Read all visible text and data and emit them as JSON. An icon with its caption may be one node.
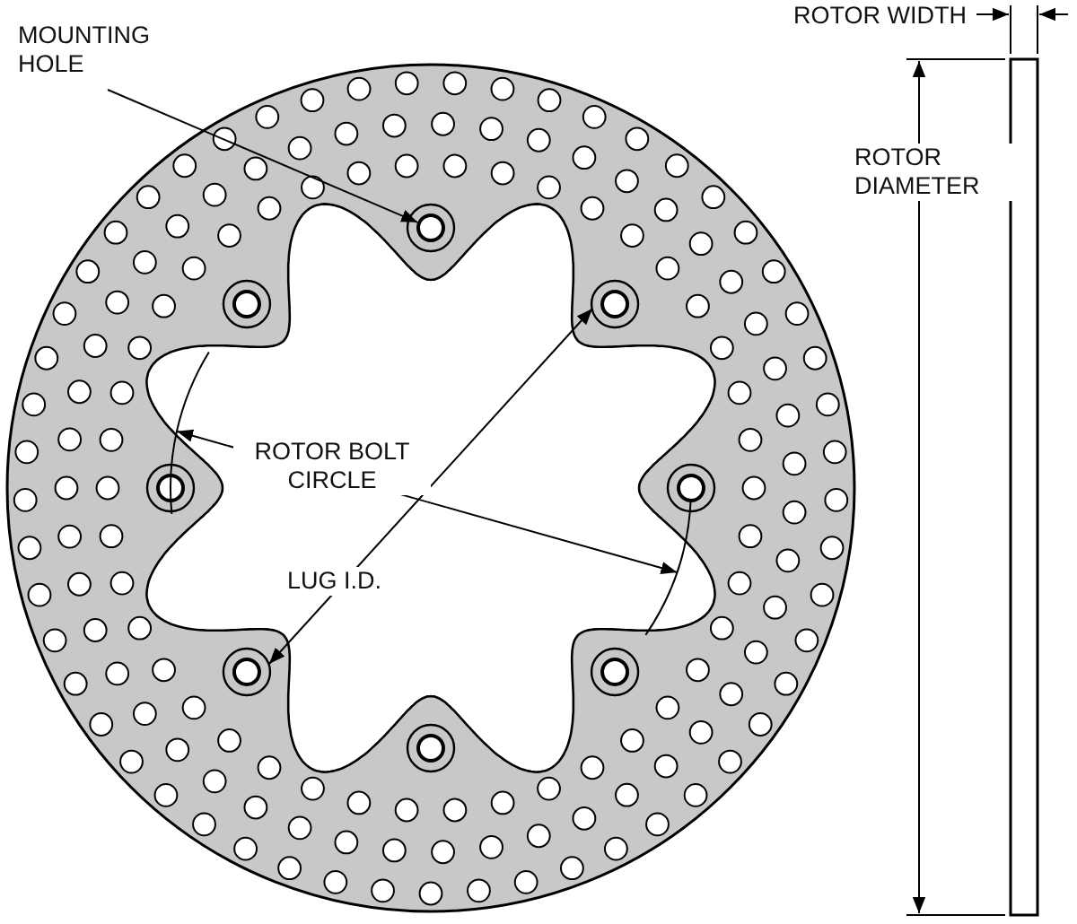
{
  "diagram": {
    "nodes": [
      {
        "text": [
          "MOUNTING HOLE"
        ]
      },
      {
        "text": [],
        "shape": "circle"
      }
    ],
    "edges": [
      {
        "from": 0,
        "to": 1,
        "arrow": "to"
      }
    ],
    "labels": [
      "ROTOR WIDTH",
      "ROTOR DIAMETER",
      "ROTOR BOLT CIRCLE",
      "LUG I.D."
    ]
  }
}
